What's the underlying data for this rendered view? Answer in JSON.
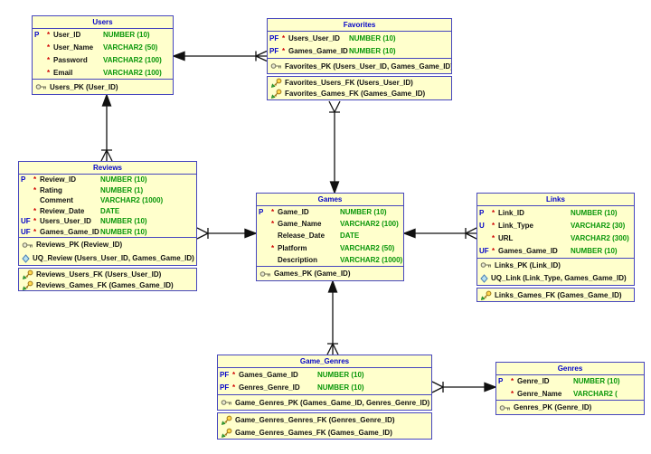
{
  "entities": [
    {
      "name": "Users",
      "attributes": [
        {
          "flag": "P",
          "req": "*",
          "name": "User_ID",
          "type": "NUMBER (10)"
        },
        {
          "flag": "",
          "req": "*",
          "name": "User_Name",
          "type": "VARCHAR2 (50)"
        },
        {
          "flag": "",
          "req": "*",
          "name": "Password",
          "type": "VARCHAR2 (100)"
        },
        {
          "flag": "",
          "req": "*",
          "name": "Email",
          "type": "VARCHAR2 (100)"
        }
      ],
      "keys": [
        {
          "icon": "primary-key-icon",
          "label": "Users_PK (User_ID)"
        }
      ],
      "fks": []
    },
    {
      "name": "Favorites",
      "attributes": [
        {
          "flag": "PF",
          "req": "*",
          "name": "Users_User_ID",
          "type": "NUMBER (10)"
        },
        {
          "flag": "PF",
          "req": "*",
          "name": "Games_Game_ID",
          "type": "NUMBER (10)"
        }
      ],
      "keys": [
        {
          "icon": "primary-key-icon",
          "label": "Favorites_PK (Users_User_ID, Games_Game_ID)"
        }
      ],
      "fks": [
        {
          "icon": "foreign-key-icon",
          "label": "Favorites_Users_FK (Users_User_ID)"
        },
        {
          "icon": "foreign-key-icon",
          "label": "Favorites_Games_FK (Games_Game_ID)"
        }
      ]
    },
    {
      "name": "Reviews",
      "attributes": [
        {
          "flag": "P",
          "req": "*",
          "name": "Review_ID",
          "type": "NUMBER (10)"
        },
        {
          "flag": "",
          "req": "*",
          "name": "Rating",
          "type": "NUMBER (1)"
        },
        {
          "flag": "",
          "req": "",
          "name": "Comment",
          "type": "VARCHAR2 (1000)"
        },
        {
          "flag": "",
          "req": "*",
          "name": "Review_Date",
          "type": "DATE"
        },
        {
          "flag": "UF",
          "req": "*",
          "name": "Users_User_ID",
          "type": "NUMBER (10)"
        },
        {
          "flag": "UF",
          "req": "*",
          "name": "Games_Game_ID",
          "type": "NUMBER (10)"
        }
      ],
      "keys": [
        {
          "icon": "primary-key-icon",
          "label": "Reviews_PK (Review_ID)"
        },
        {
          "icon": "unique-key-icon",
          "label": "UQ_Review (Users_User_ID, Games_Game_ID)"
        }
      ],
      "fks": [
        {
          "icon": "foreign-key-icon",
          "label": "Reviews_Users_FK (Users_User_ID)"
        },
        {
          "icon": "foreign-key-icon",
          "label": "Reviews_Games_FK (Games_Game_ID)"
        }
      ]
    },
    {
      "name": "Games",
      "attributes": [
        {
          "flag": "P",
          "req": "*",
          "name": "Game_ID",
          "type": "NUMBER (10)"
        },
        {
          "flag": "",
          "req": "*",
          "name": "Game_Name",
          "type": "VARCHAR2 (100)"
        },
        {
          "flag": "",
          "req": "",
          "name": "Release_Date",
          "type": "DATE"
        },
        {
          "flag": "",
          "req": "*",
          "name": "Platform",
          "type": "VARCHAR2 (50)"
        },
        {
          "flag": "",
          "req": "",
          "name": "Description",
          "type": "VARCHAR2 (1000)"
        }
      ],
      "keys": [
        {
          "icon": "primary-key-icon",
          "label": "Games_PK (Game_ID)"
        }
      ],
      "fks": []
    },
    {
      "name": "Links",
      "attributes": [
        {
          "flag": "P",
          "req": "*",
          "name": "Link_ID",
          "type": "NUMBER (10)"
        },
        {
          "flag": "U",
          "req": "*",
          "name": "Link_Type",
          "type": "VARCHAR2 (30)"
        },
        {
          "flag": "",
          "req": "*",
          "name": "URL",
          "type": "VARCHAR2 (300)"
        },
        {
          "flag": "UF",
          "req": "*",
          "name": "Games_Game_ID",
          "type": "NUMBER (10)"
        }
      ],
      "keys": [
        {
          "icon": "primary-key-icon",
          "label": "Links_PK (Link_ID)"
        },
        {
          "icon": "unique-key-icon",
          "label": "UQ_Link (Link_Type, Games_Game_ID)"
        }
      ],
      "fks": [
        {
          "icon": "foreign-key-icon",
          "label": "Links_Games_FK (Games_Game_ID)"
        }
      ]
    },
    {
      "name": "Game_Genres",
      "attributes": [
        {
          "flag": "PF",
          "req": "*",
          "name": "Games_Game_ID",
          "type": "NUMBER (10)"
        },
        {
          "flag": "PF",
          "req": "*",
          "name": "Genres_Genre_ID",
          "type": "NUMBER (10)"
        }
      ],
      "keys": [
        {
          "icon": "primary-key-icon",
          "label": "Game_Genres_PK (Games_Game_ID, Genres_Genre_ID)"
        }
      ],
      "fks": [
        {
          "icon": "foreign-key-icon",
          "label": "Game_Genres_Genres_FK (Genres_Genre_ID)"
        },
        {
          "icon": "foreign-key-icon",
          "label": "Game_Genres_Games_FK (Games_Game_ID)"
        }
      ]
    },
    {
      "name": "Genres",
      "attributes": [
        {
          "flag": "P",
          "req": "*",
          "name": "Genre_ID",
          "type": "NUMBER (10)"
        },
        {
          "flag": "",
          "req": "*",
          "name": "Genre_Name",
          "type": "VARCHAR2 ("
        }
      ],
      "keys": [
        {
          "icon": "primary-key-icon",
          "label": "Genres_PK (Genre_ID)"
        }
      ],
      "fks": []
    }
  ],
  "relationships": [
    {
      "many_end": "Favorites",
      "one_end": "Users",
      "many_symbol": "crow-foot",
      "one_symbol": "arrow"
    },
    {
      "many_end": "Reviews",
      "one_end": "Users",
      "many_symbol": "crow-foot",
      "one_symbol": "arrow"
    },
    {
      "many_end": "Favorites",
      "one_end": "Games",
      "many_symbol": "crow-foot",
      "one_symbol": "arrow"
    },
    {
      "many_end": "Reviews",
      "one_end": "Games",
      "many_symbol": "crow-foot",
      "one_symbol": "arrow"
    },
    {
      "many_end": "Links",
      "one_end": "Games",
      "many_symbol": "crow-foot",
      "one_symbol": "arrow"
    },
    {
      "many_end": "Game_Genres",
      "one_end": "Games",
      "many_symbol": "crow-foot",
      "one_symbol": "arrow"
    },
    {
      "many_end": "Game_Genres",
      "one_end": "Genres",
      "many_symbol": "crow-foot",
      "one_symbol": "arrow"
    }
  ],
  "colors": {
    "entity_fill": "#FFFFCC",
    "entity_border": "#4646BE",
    "title_text": "#0404C8",
    "flag_text": "#0404C8",
    "required_marker": "#D00000",
    "type_text": "#089608",
    "connector": "#111111"
  }
}
